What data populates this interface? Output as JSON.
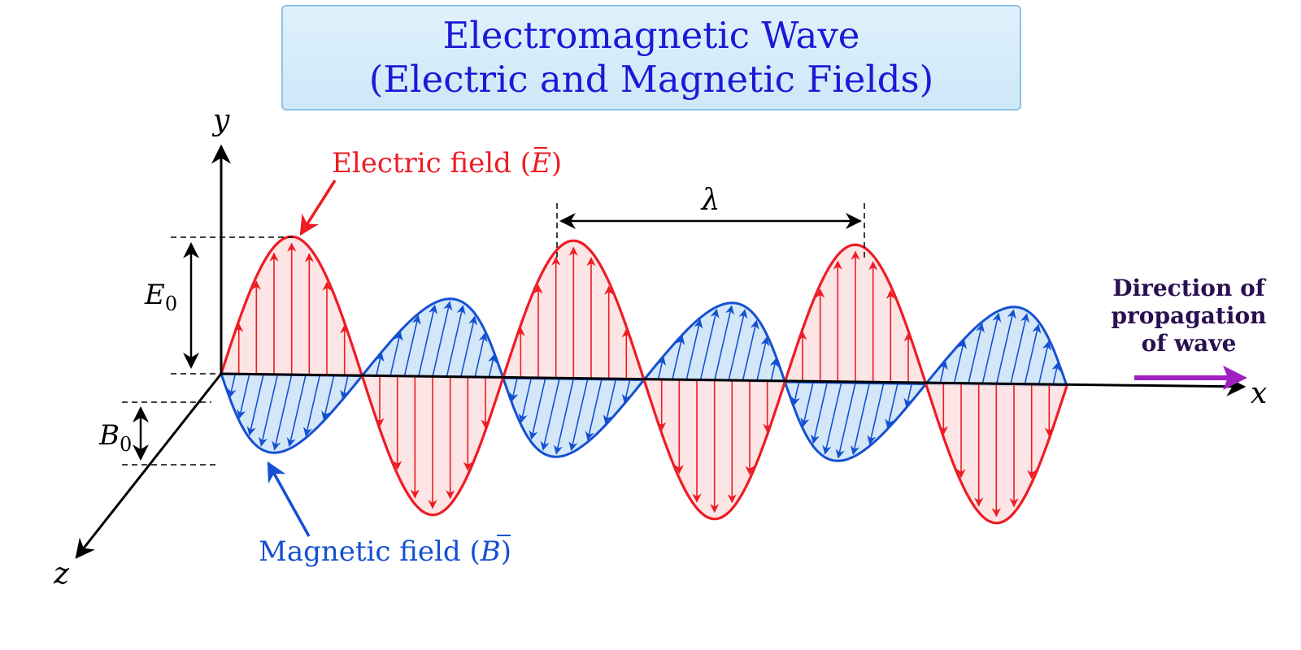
{
  "title": {
    "line1": "Electromagnetic Wave",
    "line2": "(Electric and Magnetic Fields)"
  },
  "axes": {
    "x": "x",
    "y": "y",
    "z": "z"
  },
  "labels": {
    "electric_field": "Electric field (",
    "electric_symbol": "E",
    "magnetic_field": "Magnetic field (",
    "magnetic_symbol": "B",
    "close_paren": ")",
    "wavelength": "λ",
    "e_amp": "E",
    "b_amp": "B",
    "amp_subscript": "0",
    "direction_line1": "Direction of",
    "direction_line2": "propagation",
    "direction_line3": "of wave"
  },
  "colors": {
    "electric": "#ee1c24",
    "electric_fill": "#fde0e0",
    "magnetic": "#1450d2",
    "magnetic_fill": "#d3e7f8",
    "direction_arrow": "#a020c0",
    "title_text": "#1a1ad6",
    "direction_text": "#2a1050"
  },
  "wave": {
    "half_cycles": 6,
    "electric_arrows_per_half": 7,
    "magnetic_arrows_per_half": 9
  }
}
